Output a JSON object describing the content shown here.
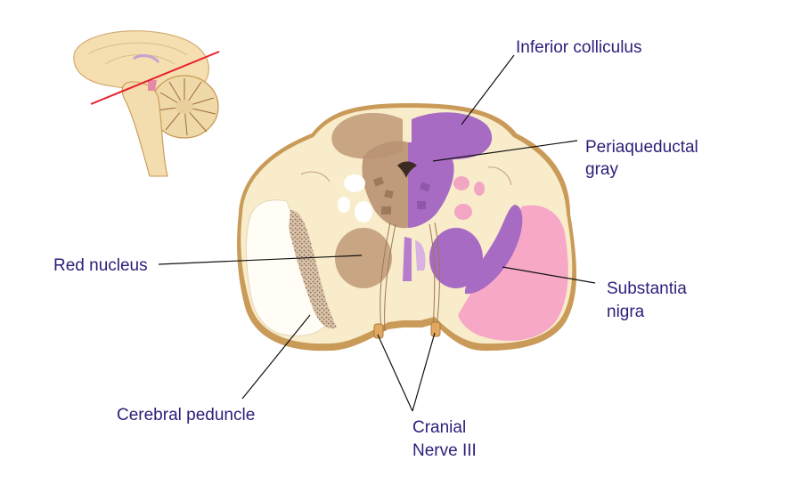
{
  "labels": {
    "inferior_colliculus": "Inferior colliculus",
    "periaqueductal_gray_line1": "Periaqueductal",
    "periaqueductal_gray_line2": "gray",
    "red_nucleus": "Red nucleus",
    "substantia_nigra_line1": "Substantia",
    "substantia_nigra_line2": "nigra",
    "cerebral_peduncle": "Cerebral peduncle",
    "cranial_nerve_line1": "Cranial",
    "cranial_nerve_line2": "Nerve III"
  },
  "colors": {
    "label_text": "#2a1f7a",
    "leader_line": "#111111",
    "section_plane": "#e8202a",
    "tissue_base": "#f8eccb",
    "tissue_outline": "#c89a55",
    "purple_highlight": "#a86bc4",
    "pink_highlight": "#f2a6c4",
    "brown_nucleus": "#c9a683"
  }
}
